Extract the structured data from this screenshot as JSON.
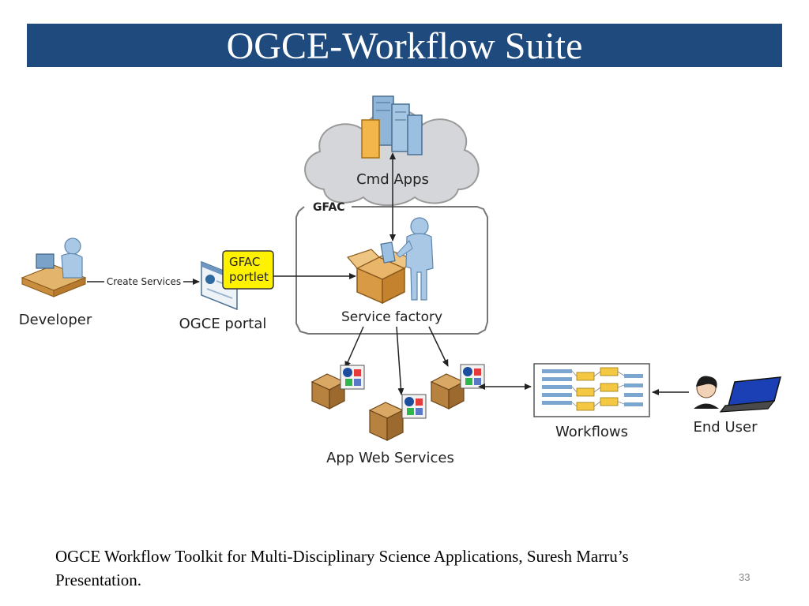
{
  "slide": {
    "title": "OGCE-Workflow Suite",
    "caption": "OGCE Workflow Toolkit for Multi-Disciplinary Science Applications, Suresh Marru’s Presentation.",
    "page_number": "33"
  },
  "diagram": {
    "cloud_label": "Cmd Apps",
    "gfac_group_label": "GFAC",
    "developer_label": "Developer",
    "create_services_label": "Create Services",
    "portlet_label_line1": "GFAC",
    "portlet_label_line2": "portlet",
    "portal_label": "OGCE portal",
    "service_factory_label": "Service factory",
    "app_web_services_label": "App Web Services",
    "workflows_label": "Workflows",
    "end_user_label": "End User"
  },
  "colors": {
    "title_bar": "#1f4a7e",
    "portlet_note": "#fff200",
    "box_brown": "#b07a3c"
  }
}
